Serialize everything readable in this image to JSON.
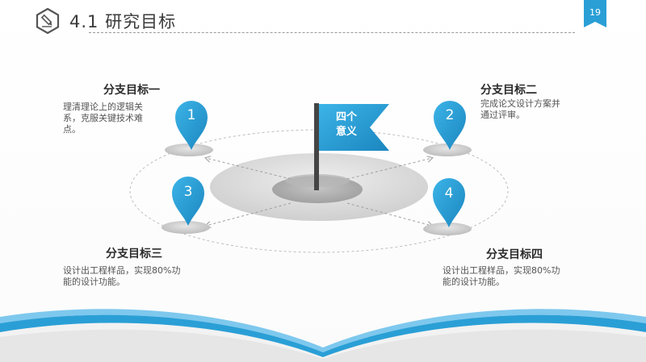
{
  "header": {
    "title": "4.1 研究目标",
    "page_number": "19"
  },
  "center_flag": {
    "line1": "四个",
    "line2": "意义"
  },
  "goals": [
    {
      "number": "1",
      "title": "分支目标一",
      "lines": [
        "理清理论上的逻辑关",
        "系，克服关键技术难",
        "点。"
      ]
    },
    {
      "number": "2",
      "title": "分支目标二",
      "lines": [
        "完成论文设计方案并",
        "通过评审。"
      ]
    },
    {
      "number": "3",
      "title": "分支目标三",
      "lines": [
        "设计出工程样品，实现80%功",
        "能的设计功能。"
      ]
    },
    {
      "number": "4",
      "title": "分支目标四",
      "lines": [
        "设计出工程样品，实现80%功",
        "能的设计功能。"
      ]
    }
  ],
  "colors": {
    "accent": "#2a9fd6",
    "text_dark": "#2b2b2b",
    "text_body": "#555555"
  }
}
